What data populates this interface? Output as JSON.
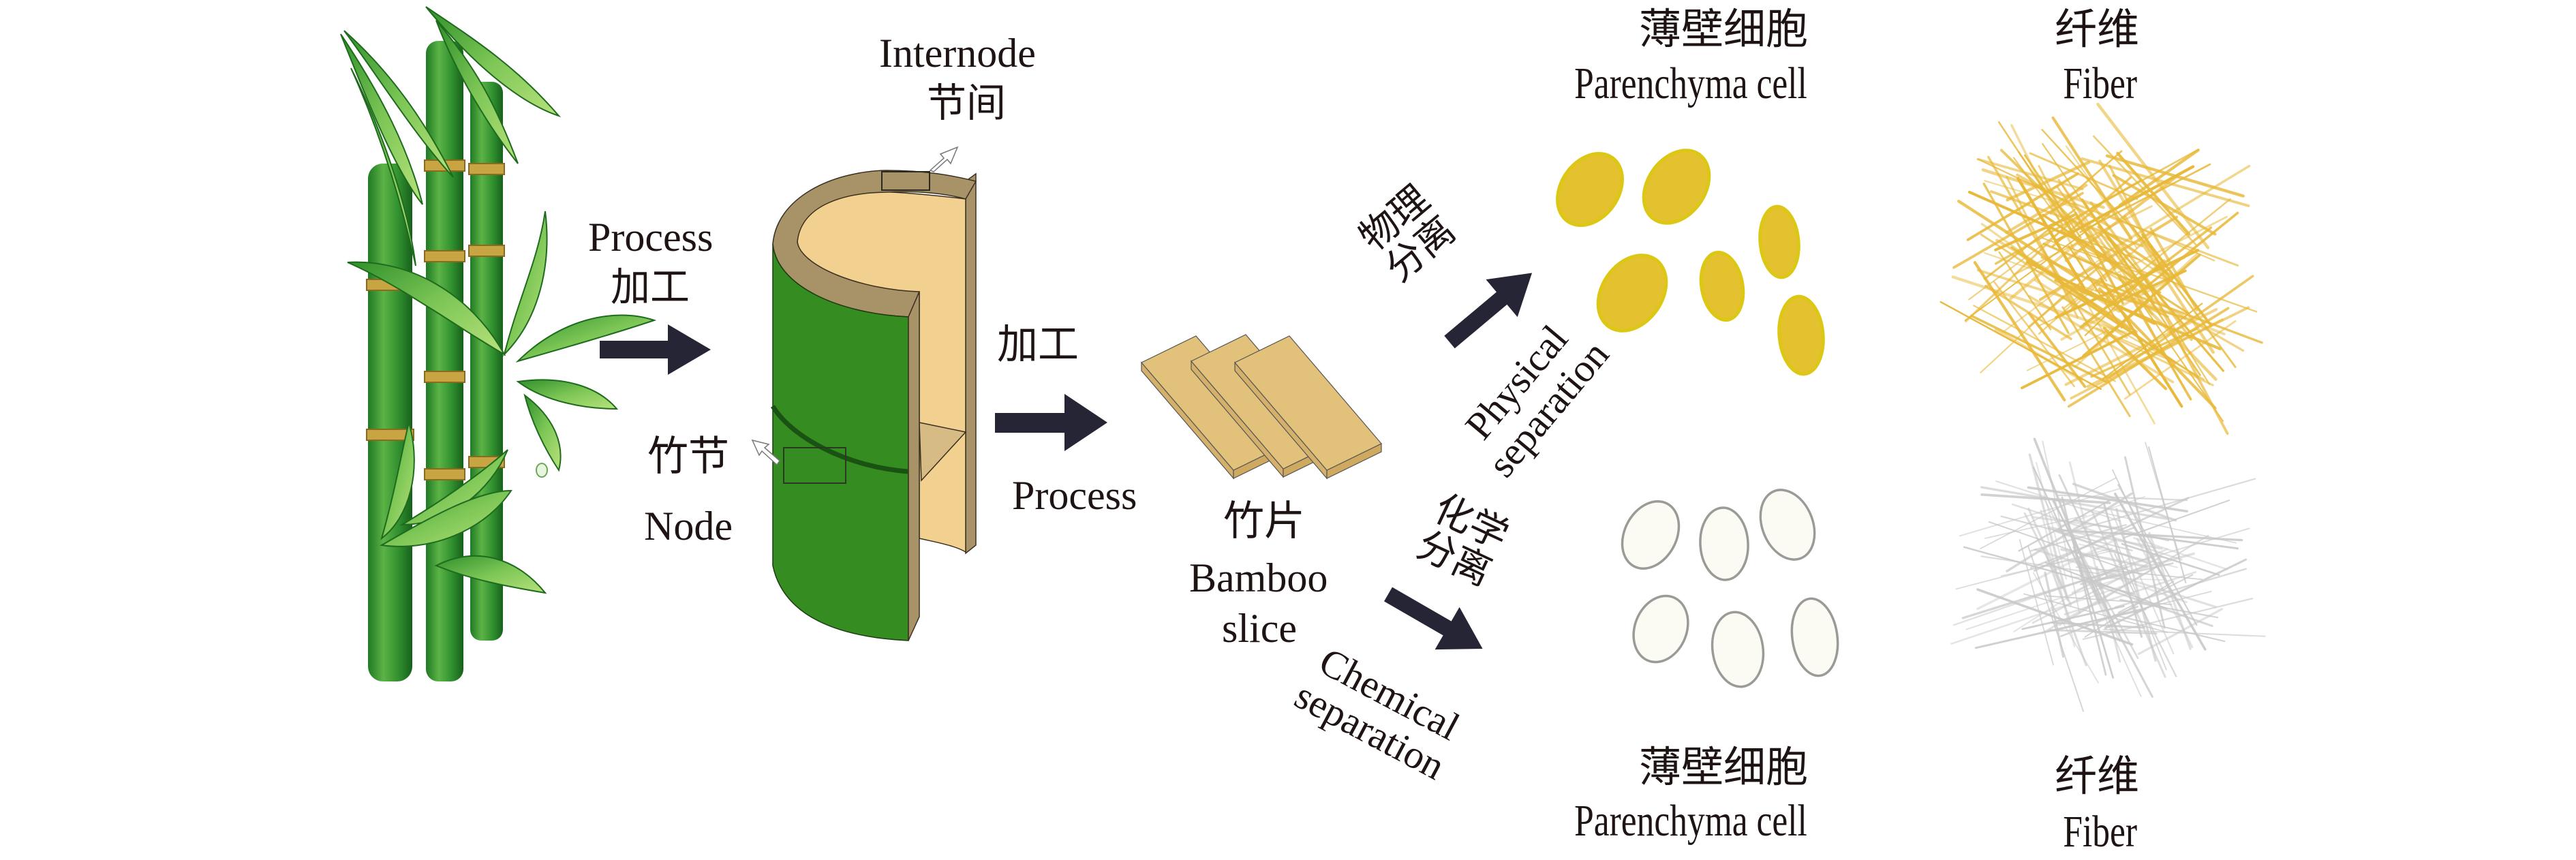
{
  "figure": {
    "title": "Bamboo processing and separation of parenchyma cells and fibers",
    "stages": {
      "bamboo_plant": {
        "name": "bamboo plant"
      },
      "process_1": {
        "en": "Process",
        "zh": "加工"
      },
      "tube": {
        "internode": {
          "en": "Internode",
          "zh": "节间"
        },
        "node": {
          "en": "Node",
          "zh": "竹节"
        }
      },
      "process_2": {
        "en": "Process",
        "zh": "加工"
      },
      "slice": {
        "en_line1": "Bamboo",
        "en_line2": "slice",
        "zh": "竹片"
      },
      "physical": {
        "zh_line1": "物理",
        "zh_line2": "分离",
        "en_line1": "Physical",
        "en_line2": "separation"
      },
      "chemical": {
        "zh_line1": "化学",
        "zh_line2": "分离",
        "en_line1": "Chemical",
        "en_line2": "separation"
      },
      "products_top": {
        "parenchyma": {
          "zh": "薄壁细胞",
          "en": "Parenchyma cell"
        },
        "fiber": {
          "zh": "纤维",
          "en": "Fiber"
        }
      },
      "products_bottom": {
        "parenchyma": {
          "zh": "薄壁细胞",
          "en": "Parenchyma cell"
        },
        "fiber": {
          "zh": "纤维",
          "en": "Fiber"
        }
      }
    },
    "colors": {
      "arrow": "#252535",
      "bamboo_green": "#358c20",
      "tube_rim": "#a89268",
      "tube_inner": "#f2d090",
      "slice": "#e2c27a",
      "yellow_cell": "#e3c12f",
      "yellow_cell_edge": "#dcc814",
      "white_cell_fill": "#fbfbf3",
      "white_cell_edge": "#9a9a96",
      "yellow_fiber": "#e8b93a",
      "gray_fiber": "#c8c8c8"
    },
    "counts": {
      "yellow_cells": 6,
      "white_cells": 6,
      "bamboo_slices": 3
    }
  }
}
